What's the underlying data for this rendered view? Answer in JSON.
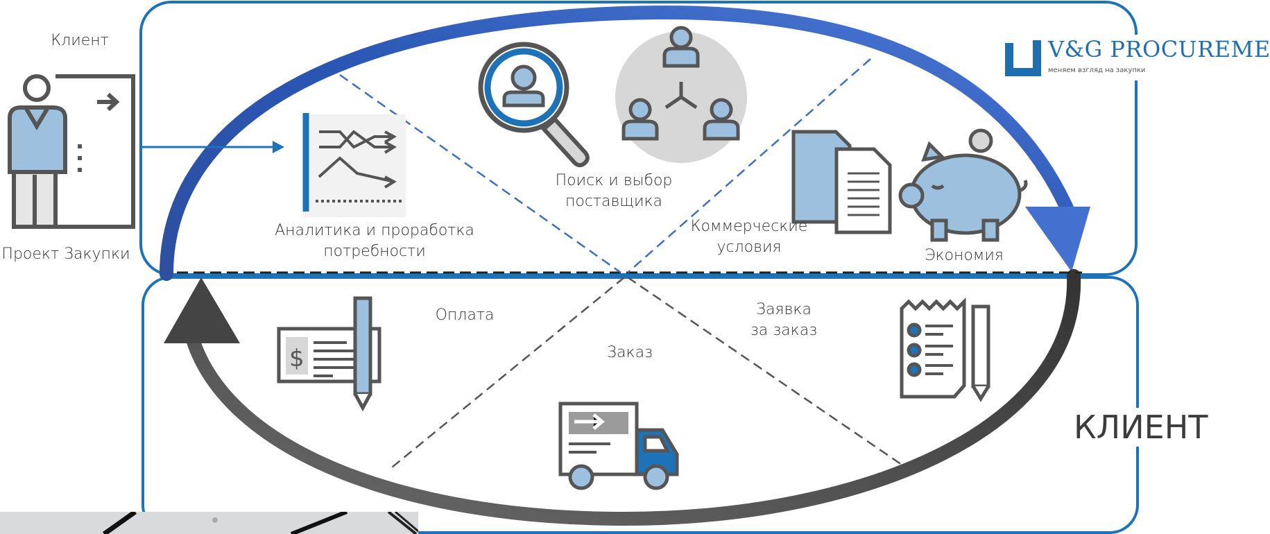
{
  "colors": {
    "blue": "#1e73b8",
    "light_blue": "#9dc0df",
    "dark_gray": "#4a4a4a",
    "arrow_blue": "#3d6ccb",
    "arrow_gray": "#3f3f3f"
  },
  "client_side": {
    "title": "Клиент",
    "caption": "Проект Закупки"
  },
  "logo": {
    "brand": "V&G PROCUREMENT",
    "tagline": "меняем взгляд на закупки"
  },
  "top_stages": {
    "analytics": {
      "line1": "Аналитика и проработка",
      "line2": "потребности",
      "icon": "chart-analytics-icon"
    },
    "supplier": {
      "line1": "Поиск и выбор",
      "line2": "поставщика",
      "icon": "search-people-icon"
    },
    "terms": {
      "line1": "Коммерческие",
      "line2": "условия",
      "icon": "documents-icon"
    },
    "savings": {
      "label": "Экономия",
      "icon": "piggy-bank-icon"
    }
  },
  "bottom_stages": {
    "payment": {
      "label": "Оплата",
      "icon": "check-payment-icon"
    },
    "order": {
      "label": "Заказ",
      "icon": "delivery-truck-icon"
    },
    "request": {
      "line1": "Заявка",
      "line2": "за заказ",
      "icon": "checklist-icon"
    }
  },
  "client_label": "КЛИЕНТ"
}
